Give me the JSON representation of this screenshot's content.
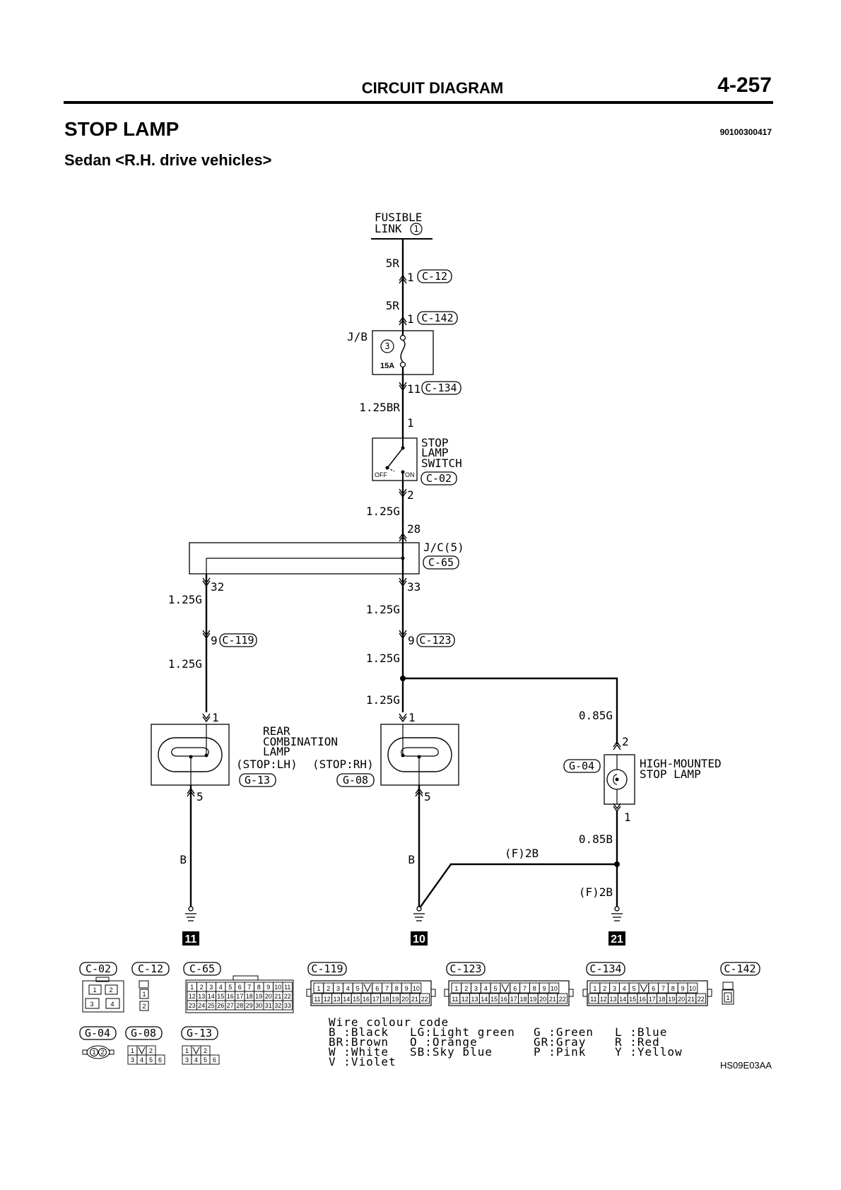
{
  "header": {
    "section": "CIRCUIT DIAGRAM",
    "page_number": "4-257",
    "title": "STOP LAMP",
    "doc_code": "90100300417",
    "subtitle": "Sedan <R.H. drive vehicles>",
    "figure_code": "HS09E03AA"
  },
  "diagram": {
    "fusible_link": {
      "line1": "FUSIBLE",
      "line2": "LINK",
      "num": "1"
    },
    "wires": {
      "w1": "5R",
      "w2": "5R",
      "w3": "1.25BR",
      "w4": "1.25G",
      "lh1": "1.25G",
      "lh2": "1.25G",
      "rh1": "1.25G",
      "rh2": "1.25G",
      "rh3": "1.25G",
      "hm1": "0.85G",
      "hm2": "0.85B",
      "gl": "B",
      "gr": "B",
      "f1": "(F)2B",
      "f2": "(F)2B"
    },
    "pins": {
      "c12": "1",
      "c142": "1",
      "c134": "11",
      "sw_in": "1",
      "sw_out": "2",
      "jc_in": "28",
      "jc_l": "32",
      "jc_r": "33",
      "c119": "9",
      "c123": "9",
      "lh_in": "1",
      "lh_out": "5",
      "rh_in": "1",
      "rh_out": "5",
      "hm_in": "2",
      "hm_out": "1"
    },
    "connectors": {
      "c12": "C-12",
      "c142": "C-142",
      "c134": "C-134",
      "c02": "C-02",
      "c65": "C-65",
      "c119": "C-119",
      "c123": "C-123",
      "g13": "G-13",
      "g08": "G-08",
      "g04": "G-04"
    },
    "jb": {
      "label": "J/B",
      "fuse_no": "3",
      "amp": "15A"
    },
    "switch": {
      "line1": "STOP",
      "line2": "LAMP",
      "line3": "SWITCH",
      "off": "OFF",
      "on": "ON"
    },
    "jc_label": "J/C(5)",
    "rear_lamp": {
      "line1": "REAR",
      "line2": "COMBINATION",
      "line3": "LAMP",
      "lh": "(STOP:LH)",
      "rh": "(STOP:RH)"
    },
    "hm_lamp": {
      "line1": "HIGH-MOUNTED",
      "line2": "STOP LAMP"
    },
    "grounds": {
      "g1": "11",
      "g2": "10",
      "g3": "21"
    }
  },
  "connector_views": {
    "labels": [
      "C-02",
      "C-12",
      "C-65",
      "C-119",
      "C-123",
      "C-134",
      "C-142",
      "G-04",
      "G-08",
      "G-13"
    ],
    "c02_pins": [
      "1",
      "2",
      "3",
      "4"
    ],
    "c12_pins": [
      "1",
      "2"
    ],
    "c142_pin": "1",
    "c65_rows": [
      [
        "1",
        "2",
        "3",
        "4",
        "5",
        "6",
        "7",
        "8",
        "9",
        "10",
        "11"
      ],
      [
        "12",
        "13",
        "14",
        "15",
        "16",
        "17",
        "18",
        "19",
        "20",
        "21",
        "22"
      ],
      [
        "23",
        "24",
        "25",
        "26",
        "27",
        "28",
        "29",
        "30",
        "31",
        "32",
        "33"
      ]
    ],
    "c22_rows": [
      [
        "1",
        "2",
        "3",
        "4",
        "5",
        "",
        "6",
        "7",
        "8",
        "9",
        "10"
      ],
      [
        "11",
        "12",
        "13",
        "14",
        "15",
        "16",
        "17",
        "18",
        "19",
        "20",
        "21",
        "22"
      ]
    ],
    "g04_pins": [
      "1",
      "2"
    ],
    "g6_rows": [
      [
        "1",
        "",
        "2"
      ],
      [
        "3",
        "4",
        "5",
        "6"
      ]
    ]
  },
  "wire_colour": {
    "title": "Wire colour code",
    "entries": [
      [
        "B :Black",
        "LG:Light green",
        "G :Green",
        "L :Blue"
      ],
      [
        "BR:Brown",
        "O :Orange",
        "GR:Gray",
        "R :Red"
      ],
      [
        "W :White",
        "SB:Sky blue",
        "P :Pink",
        "Y :Yellow"
      ],
      [
        "V :Violet",
        "",
        "",
        ""
      ]
    ]
  }
}
